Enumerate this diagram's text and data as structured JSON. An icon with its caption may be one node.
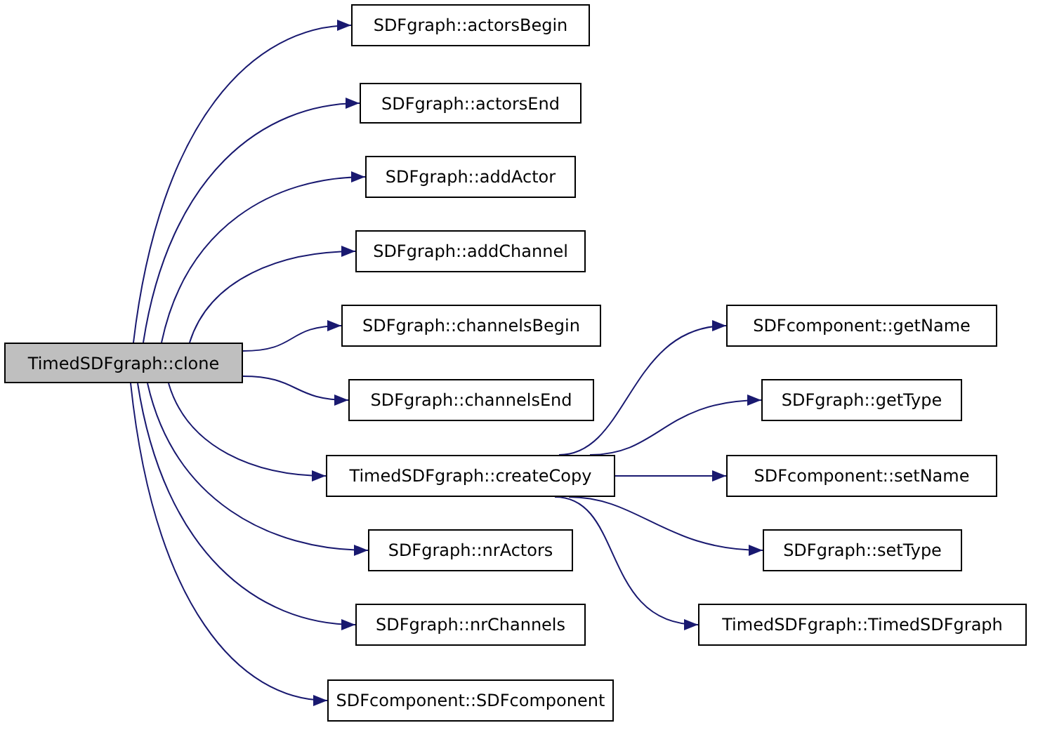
{
  "diagram": {
    "nodes": [
      {
        "text": [
          "TimedSDFgraph::clone"
        ]
      },
      {
        "text": [
          "SDFgraph::actorsBegin"
        ]
      },
      {
        "text": [
          "SDFgraph::actorsEnd"
        ]
      },
      {
        "text": [
          "SDFgraph::addActor"
        ]
      },
      {
        "text": [
          "SDFgraph::addChannel"
        ]
      },
      {
        "text": [
          "SDFgraph::channelsBegin"
        ]
      },
      {
        "text": [
          "SDFgraph::channelsEnd"
        ]
      },
      {
        "text": [
          "TimedSDFgraph::createCopy"
        ]
      },
      {
        "text": [
          "SDFgraph::nrActors"
        ]
      },
      {
        "text": [
          "SDFgraph::nrChannels"
        ]
      },
      {
        "text": [
          "SDFcomponent::SDFcomponent"
        ]
      },
      {
        "text": [
          "SDFcomponent::getName"
        ]
      },
      {
        "text": [
          "SDFgraph::getType"
        ]
      },
      {
        "text": [
          "SDFcomponent::setName"
        ]
      },
      {
        "text": [
          "SDFgraph::setType"
        ]
      },
      {
        "text": [
          "TimedSDFgraph::TimedSDFgraph"
        ]
      }
    ],
    "edges": [
      {
        "from": 0,
        "to": 1,
        "arrow": "to"
      },
      {
        "from": 0,
        "to": 2,
        "arrow": "to"
      },
      {
        "from": 0,
        "to": 3,
        "arrow": "to"
      },
      {
        "from": 0,
        "to": 4,
        "arrow": "to"
      },
      {
        "from": 0,
        "to": 5,
        "arrow": "to"
      },
      {
        "from": 0,
        "to": 6,
        "arrow": "to"
      },
      {
        "from": 0,
        "to": 7,
        "arrow": "to"
      },
      {
        "from": 0,
        "to": 8,
        "arrow": "to"
      },
      {
        "from": 0,
        "to": 9,
        "arrow": "to"
      },
      {
        "from": 0,
        "to": 10,
        "arrow": "to"
      },
      {
        "from": 7,
        "to": 11,
        "arrow": "to"
      },
      {
        "from": 7,
        "to": 12,
        "arrow": "to"
      },
      {
        "from": 7,
        "to": 13,
        "arrow": "to"
      },
      {
        "from": 7,
        "to": 14,
        "arrow": "to"
      },
      {
        "from": 7,
        "to": 15,
        "arrow": "to"
      }
    ]
  }
}
